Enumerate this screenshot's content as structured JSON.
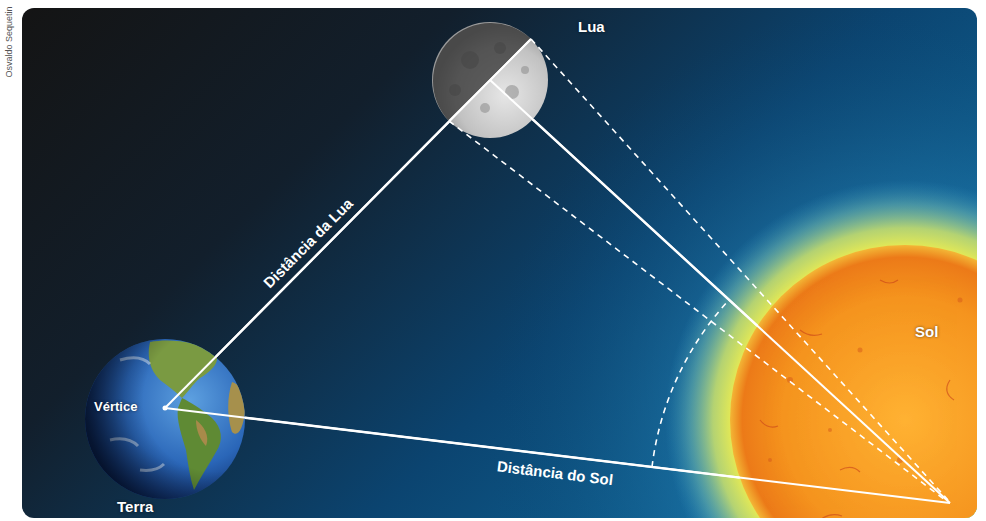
{
  "diagram": {
    "nodes": [
      {
        "text": [
          "Vértice",
          "Terra"
        ]
      },
      {
        "text": [
          "Lua"
        ]
      },
      {
        "text": [
          "Sol"
        ]
      }
    ],
    "edges": [
      {
        "from": 0,
        "to": 1,
        "arrow": "none",
        "label": "Distância da Lua"
      },
      {
        "from": 0,
        "to": 2,
        "arrow": "none",
        "label": "Distância do Sol"
      },
      {
        "from": 1,
        "to": 2,
        "arrow": "none"
      }
    ],
    "labels": [
      "Osvaldo Sequetin"
    ]
  }
}
